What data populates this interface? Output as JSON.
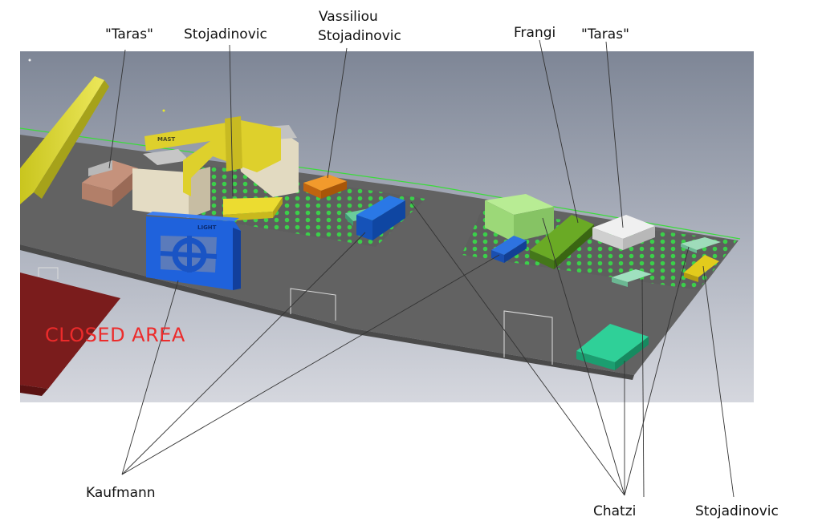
{
  "labels": {
    "taras_left": "\"Taras\"",
    "stojadinovic_top": "Stojadinovic",
    "vassiliou_line1": "Vassiliou",
    "vassiliou_line2": "Stojadinovic",
    "frangi": "Frangi",
    "taras_right": "\"Taras\"",
    "kaufmann": "Kaufmann",
    "chatzi": "Chatzi",
    "stojadinovic_bottom": "Stojadinovic"
  },
  "scene_text": {
    "closed_area": "CLOSED AREA",
    "mast": "MAST",
    "light": "LIGHT"
  },
  "colors": {
    "background_top": "#7d8694",
    "background_bottom": "#d3d6dd",
    "floor": "#616161",
    "grid_dot": "#3bd04a",
    "closed_area": "#7a1c1c",
    "closed_text": "#ec2b2b",
    "blue_structure": "#1f5fd6",
    "yellow": "#e0cf2a",
    "orange": "#e07a12",
    "light_green": "#a8e08a",
    "dark_green": "#5b9a1e",
    "teal": "#27c98e",
    "white_box": "#e4e4e4",
    "rail_yellow": "#d8d42a",
    "brown_box": "#b47f6a"
  }
}
